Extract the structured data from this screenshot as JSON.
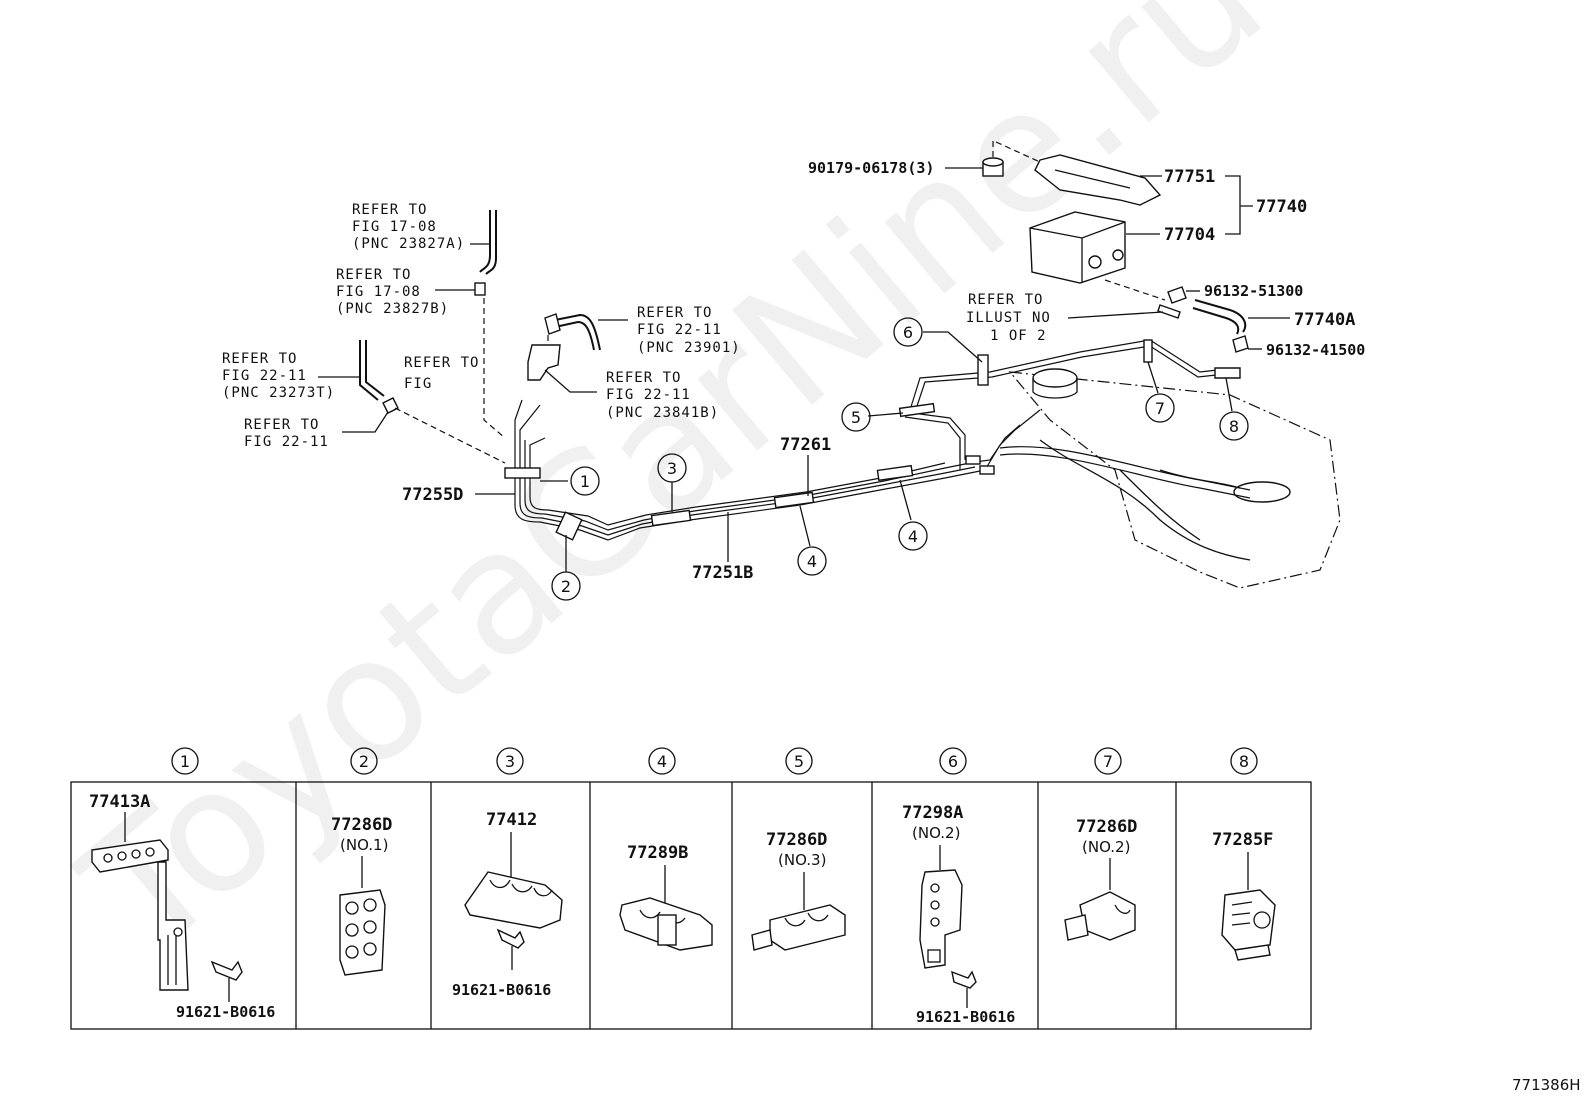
{
  "watermark": "ToyotaCarNine.ru",
  "figure_id": "771386H",
  "top_labels": {
    "p90179": "90179-06178(3)",
    "p77751": "77751",
    "p77740": "77740",
    "p77704": "77704",
    "p96132a": "96132-51300",
    "p77740a": "77740A",
    "p96132b": "96132-41500",
    "p77255d": "77255D",
    "p77251b": "77251B",
    "p77261": "77261"
  },
  "refer_notes": {
    "r1": [
      "REFER TO",
      "FIG 17-08",
      "(PNC 23827A)"
    ],
    "r2": [
      "REFER TO",
      "FIG 17-08",
      "(PNC 23827B)"
    ],
    "r3": [
      "REFER TO",
      "FIG 22-11",
      "(PNC 23273T)"
    ],
    "r4": [
      "REFER TO",
      "FIG 22-11"
    ],
    "r5": [
      "REFER TO",
      "FIG"
    ],
    "r6": [
      "REFER TO",
      "FIG 22-11",
      "(PNC 23901)"
    ],
    "r7": [
      "REFER TO",
      "FIG 22-11",
      "(PNC 23841B)"
    ],
    "r8": [
      "REFER TO",
      "ILLUST NO",
      "1 OF 2"
    ]
  },
  "callouts": [
    "1",
    "2",
    "3",
    "4",
    "4",
    "5",
    "6",
    "7",
    "8"
  ],
  "detail_panels": [
    {
      "num": "1",
      "part": "77413A",
      "sub": "",
      "bolt": "91621-B0616"
    },
    {
      "num": "2",
      "part": "77286D",
      "sub": "(NO.1)",
      "bolt": ""
    },
    {
      "num": "3",
      "part": "77412",
      "sub": "",
      "bolt": "91621-B0616"
    },
    {
      "num": "4",
      "part": "77289B",
      "sub": "",
      "bolt": ""
    },
    {
      "num": "5",
      "part": "77286D",
      "sub": "(NO.3)",
      "bolt": ""
    },
    {
      "num": "6",
      "part": "77298A",
      "sub": "(NO.2)",
      "bolt": "91621-B0616"
    },
    {
      "num": "7",
      "part": "77286D",
      "sub": "(NO.2)",
      "bolt": ""
    },
    {
      "num": "8",
      "part": "77285F",
      "sub": "",
      "bolt": ""
    }
  ]
}
